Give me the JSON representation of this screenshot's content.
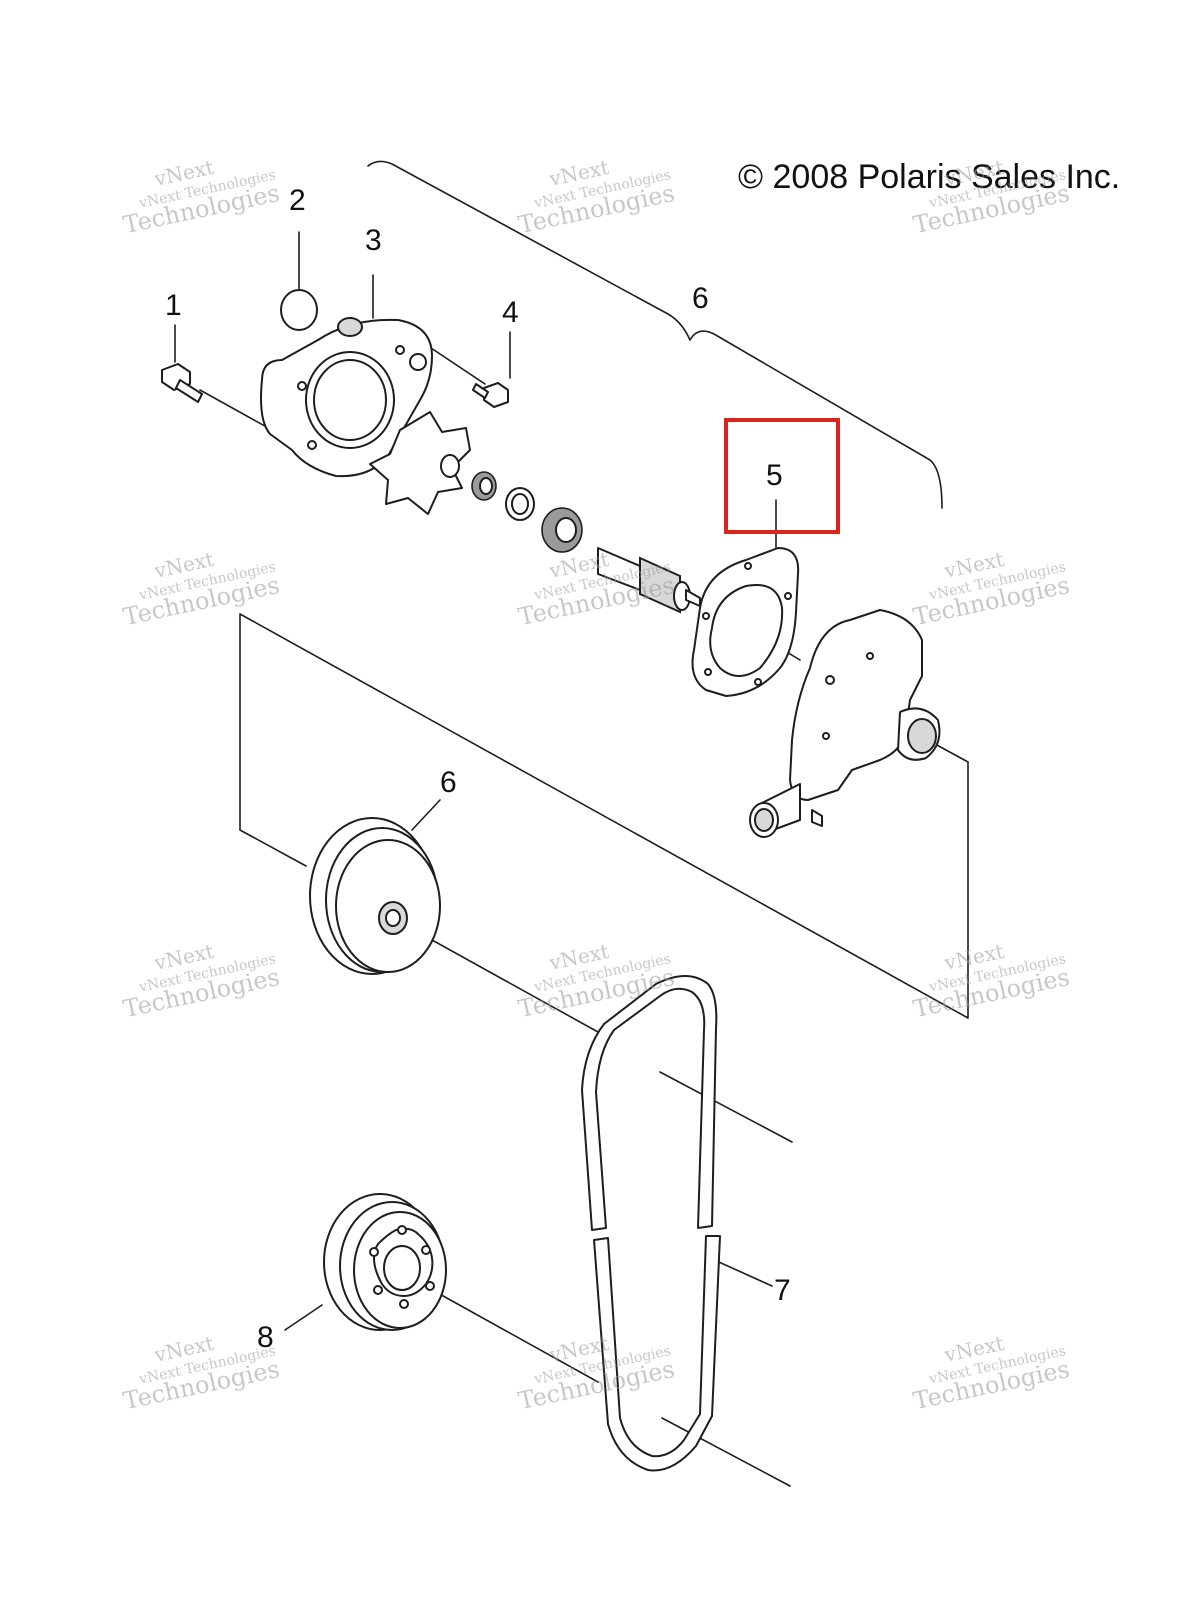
{
  "copyright": "© 2008 Polaris Sales Inc.",
  "callouts": {
    "c1": "1",
    "c2": "2",
    "c3": "3",
    "c4": "4",
    "c5": "5",
    "c6_top": "6",
    "c6_pulley": "6",
    "c7": "7",
    "c8": "8"
  },
  "watermark": {
    "line1": "vNext",
    "line2": "vNext Technologies",
    "line3": "Technologies"
  },
  "highlight": {
    "target_callout": "5",
    "color": "#d9261c"
  },
  "colors": {
    "line": "#1e1e1e",
    "highlight": "#d9261c",
    "watermark": "#9a9a9a"
  }
}
